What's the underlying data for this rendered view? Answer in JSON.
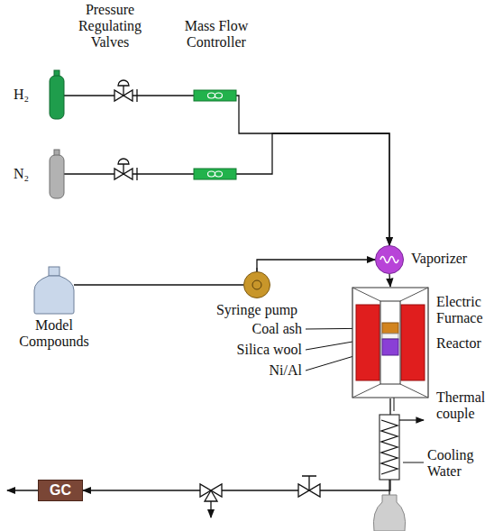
{
  "diagram": {
    "nodes": [
      {
        "text": [
          "H₂"
        ]
      },
      {
        "text": [
          "N₂"
        ]
      },
      {
        "text": [
          "Model Compounds"
        ]
      },
      {
        "text": [
          "Syringe pump"
        ]
      },
      {
        "text": [
          "Vaporizer"
        ]
      },
      {
        "text": [
          "Reactor"
        ]
      },
      {
        "text": [
          "GC"
        ]
      }
    ],
    "edges": [
      {
        "from": 0,
        "to": 4,
        "arrow": "to"
      },
      {
        "from": 1,
        "to": 4,
        "arrow": "to"
      },
      {
        "from": 2,
        "to": 3,
        "arrow": "none"
      },
      {
        "from": 3,
        "to": 4,
        "arrow": "to"
      },
      {
        "from": 4,
        "to": 5,
        "arrow": "to"
      },
      {
        "from": 5,
        "to": 6,
        "arrow": "to"
      }
    ],
    "labels": [
      "Pressure Regulating Valves",
      "Mass Flow Controller",
      "Coal ash",
      "Silica wool",
      "Ni/Al",
      "Electric Furnace",
      "Thermal couple",
      "Cooling Water"
    ]
  }
}
